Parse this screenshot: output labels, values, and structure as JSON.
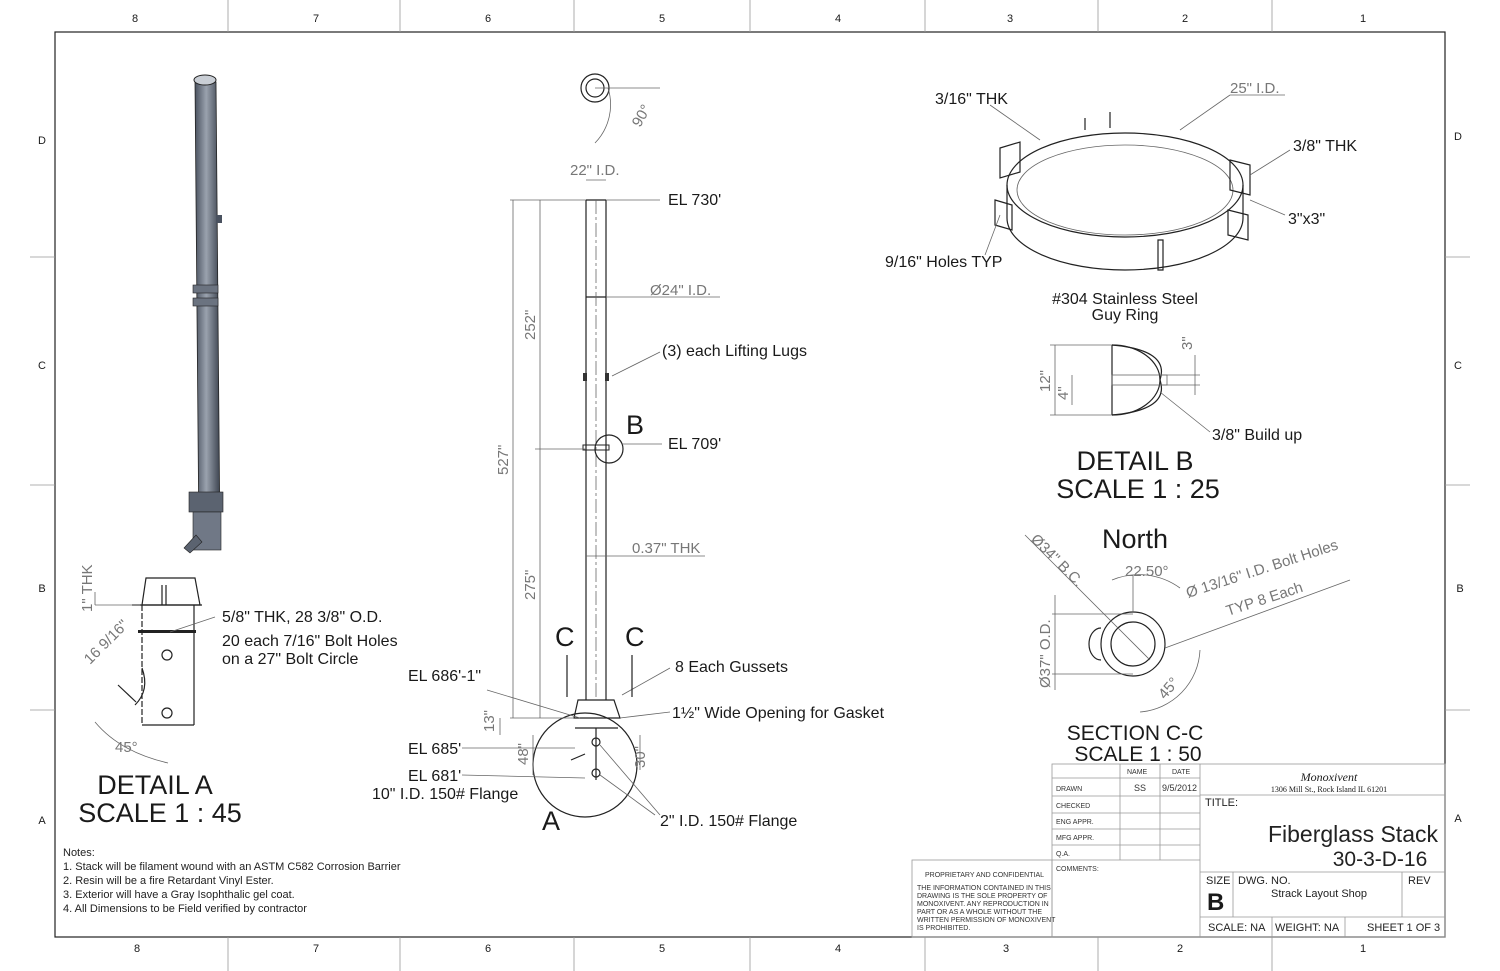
{
  "zones": {
    "columns": [
      "8",
      "7",
      "6",
      "5",
      "4",
      "3",
      "2",
      "1"
    ],
    "rows": [
      "D",
      "C",
      "B",
      "A"
    ]
  },
  "main_view": {
    "top_angle": "90°",
    "id_top": "22\" I.D.",
    "el_730": "EL 730'",
    "dia_24": "Ø24\" I.D.",
    "lifting_lugs": "(3) each Lifting Lugs",
    "label_b": "B",
    "el_709": "EL 709'",
    "thk": "0.37\" THK",
    "dim_252": "252\"",
    "dim_527": "527\"",
    "dim_275": "275\"",
    "label_c_left": "C",
    "label_c_right": "C",
    "gussets": "8 Each Gussets",
    "el_686": "EL 686'-1\"",
    "gasket": "1½\" Wide Opening for Gasket",
    "dim_13": "13\"",
    "el_685": "EL 685'",
    "dim_48": "48\"",
    "dim_30": "30\"",
    "el_681": "EL 681'",
    "flange_10": "10\" I.D. 150# Flange",
    "label_a": "A",
    "flange_2": "2\" I.D. 150# Flange"
  },
  "detail_a": {
    "thk_1": "1\" THK",
    "dim_16": "16 9/16\"",
    "flange_line1": "5/8\" THK, 28 3/8\" O.D.",
    "flange_line2": "20 each 7/16\" Bolt Holes",
    "flange_line3": "on a 27\" Bolt Circle",
    "angle": "45°",
    "title": "DETAIL A",
    "scale": "SCALE 1 : 45"
  },
  "guy_ring": {
    "thk_316": "3/16\" THK",
    "id_25": "25\" I.D.",
    "thk_38": "3/8\" THK",
    "angle_3x3": "3\"x3\"",
    "holes": "9/16\" Holes TYP",
    "caption_line1": "#304 Stainless Steel",
    "caption_line2": "Guy Ring"
  },
  "detail_b": {
    "dim_12": "12\"",
    "dim_4": "4\"",
    "dim_3": "3\"",
    "buildup": "3/8\" Build up",
    "title": "DETAIL B",
    "scale": "SCALE 1 : 25"
  },
  "section_cc": {
    "north": "North",
    "bc": "Ø34\" B.C.",
    "angle_22": "22.50°",
    "bolt_holes": "Ø 13/16\" I.D. Bolt Holes",
    "typ": "TYP 8 Each",
    "od": "Ø37\" O.D.",
    "angle_45": "45°",
    "title": "SECTION C-C",
    "scale": "SCALE 1 : 50"
  },
  "notes": {
    "heading": "Notes:",
    "items": [
      "1. Stack will be filament wound with an ASTM C582 Corrosion Barrier",
      "2. Resin will be a fire Retardant Vinyl Ester.",
      "3. Exterior will have a Gray Isophthalic gel coat.",
      "4. All Dimensions to be Field verified by contractor"
    ]
  },
  "proprietary": {
    "heading": "PROPRIETARY AND CONFIDENTIAL",
    "lines": [
      "THE INFORMATION CONTAINED IN THIS",
      "DRAWING IS THE SOLE PROPERTY OF",
      "MONOXIVENT.  ANY REPRODUCTION IN",
      "PART OR AS A WHOLE WITHOUT THE",
      "WRITTEN PERMISSION OF MONOXIVENT",
      "IS PROHIBITED."
    ]
  },
  "title_block": {
    "col_name": "NAME",
    "col_date": "DATE",
    "rows": [
      {
        "label": "DRAWN",
        "name": "SS",
        "date": "9/5/2012"
      },
      {
        "label": "CHECKED",
        "name": "",
        "date": ""
      },
      {
        "label": "ENG APPR.",
        "name": "",
        "date": ""
      },
      {
        "label": "MFG APPR.",
        "name": "",
        "date": ""
      },
      {
        "label": "Q.A.",
        "name": "",
        "date": ""
      }
    ],
    "comments": "COMMENTS:",
    "company": "Monoxivent",
    "address": "1306 Mill St., Rock Island IL 61201",
    "title_label": "TITLE:",
    "title_line1": "Fiberglass Stack",
    "title_line2": "30-3-D-16",
    "size_label": "SIZE",
    "size": "B",
    "dwg_label": "DWG.  NO.",
    "dwg_no": "Strack Layout Shop",
    "rev_label": "REV",
    "scale": "SCALE: NA",
    "weight": "WEIGHT: NA",
    "sheet": "SHEET 1 OF 3"
  }
}
